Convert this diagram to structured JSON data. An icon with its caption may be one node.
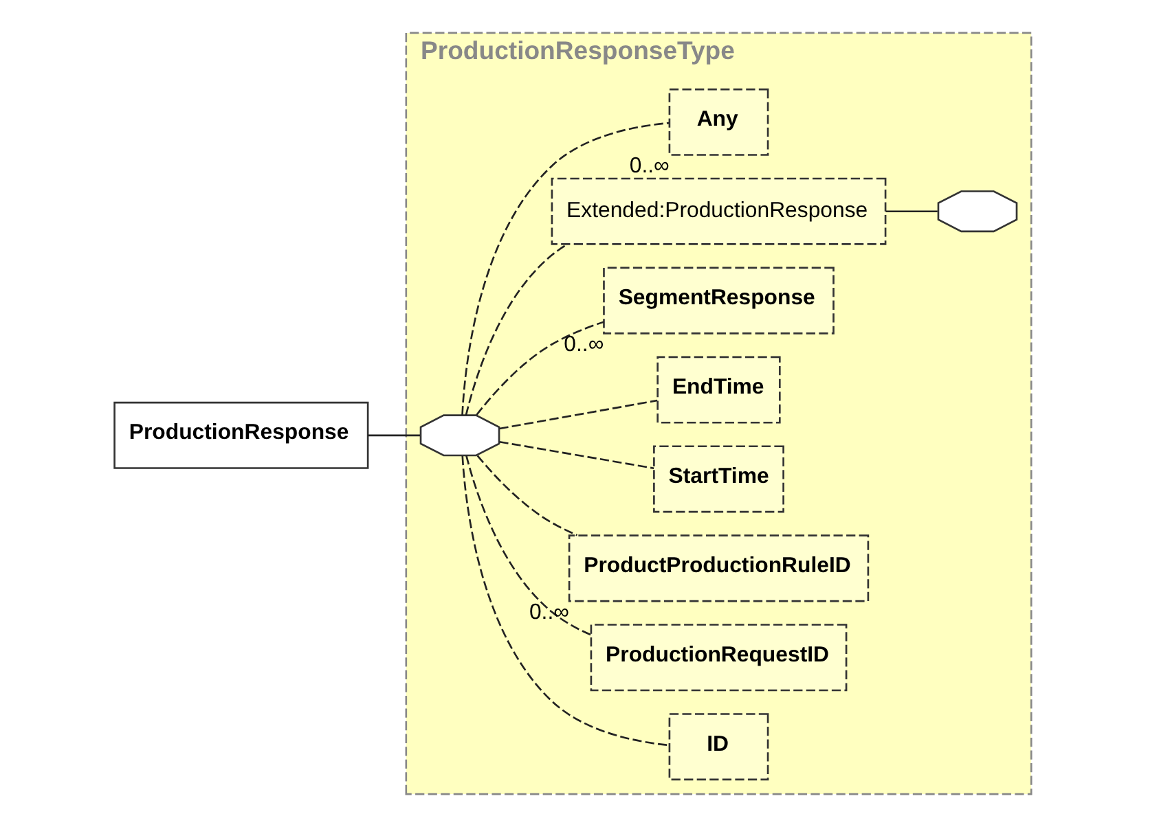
{
  "diagram": {
    "nodes": [
      {
        "text": [
          "ProductionResponse"
        ]
      },
      {
        "text": [
          "ProductionResponseType"
        ]
      },
      {
        "text": [],
        "shape": "octagon",
        "in": 1
      },
      {
        "text": [
          "ID"
        ],
        "in": 1
      },
      {
        "text": [
          "ProductionRequestID"
        ],
        "in": 1
      },
      {
        "text": [
          "ProductProductionRuleID"
        ],
        "beside": [
          "0..∞"
        ],
        "in": 1
      },
      {
        "text": [
          "StartTime"
        ],
        "in": 1
      },
      {
        "text": [
          "EndTime"
        ],
        "in": 1
      },
      {
        "text": [
          "SegmentResponse"
        ],
        "beside": [
          "0..∞"
        ],
        "in": 1
      },
      {
        "text": [
          "Extended:ProductionResponse"
        ],
        "in": 1
      },
      {
        "text": [
          "Any"
        ],
        "beside": [
          "0..∞"
        ],
        "in": 1
      },
      {
        "text": [],
        "shape": "octagon",
        "in": 1
      }
    ],
    "edges": [
      {
        "from": 0,
        "to": 2,
        "arrow": "none"
      },
      {
        "from": 2,
        "to": 3,
        "arrow": "none",
        "style": "dashed"
      },
      {
        "from": 2,
        "to": 4,
        "arrow": "none",
        "style": "dashed"
      },
      {
        "from": 2,
        "to": 5,
        "arrow": "none",
        "style": "dashed"
      },
      {
        "from": 2,
        "to": 6,
        "arrow": "none",
        "style": "dashed"
      },
      {
        "from": 2,
        "to": 7,
        "arrow": "none",
        "style": "dashed"
      },
      {
        "from": 2,
        "to": 8,
        "arrow": "none",
        "style": "dashed"
      },
      {
        "from": 2,
        "to": 9,
        "arrow": "none",
        "style": "dashed"
      },
      {
        "from": 2,
        "to": 10,
        "arrow": "none",
        "style": "dashed"
      },
      {
        "from": 9,
        "to": 11,
        "arrow": "none"
      }
    ]
  }
}
